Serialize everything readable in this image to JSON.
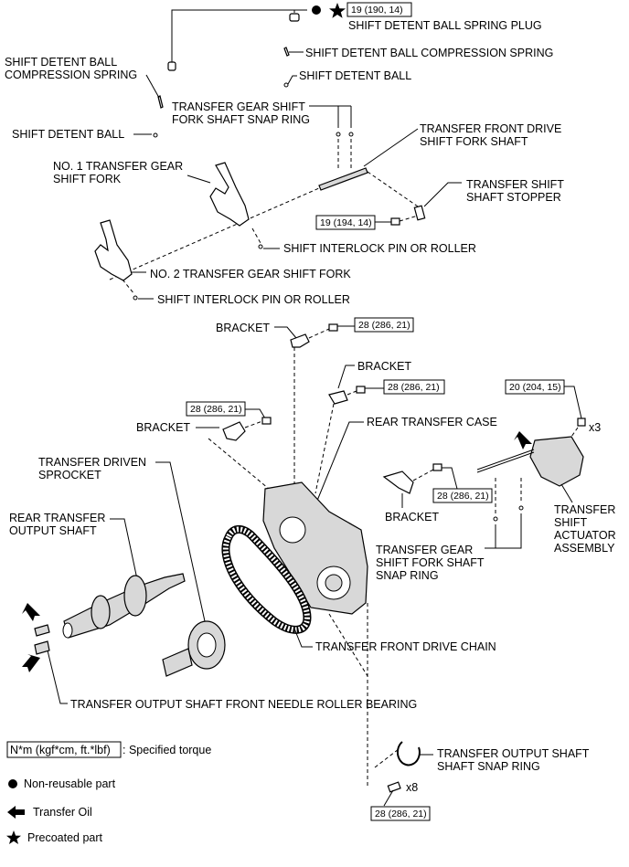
{
  "labels": {
    "spring_plug": "SHIFT DETENT BALL SPRING PLUG",
    "compression_spring_top": "SHIFT DETENT BALL COMPRESSION SPRING",
    "detent_ball_top": "SHIFT DETENT BALL",
    "compression_spring_left_1": "SHIFT DETENT BALL",
    "compression_spring_left_2": "COMPRESSION SPRING",
    "fork_snap_ring_1": "TRANSFER GEAR SHIFT",
    "fork_snap_ring_2": "FORK SHAFT SNAP RING",
    "detent_ball_left": "SHIFT DETENT BALL",
    "front_fork_shaft_1": "TRANSFER FRONT DRIVE",
    "front_fork_shaft_2": "SHIFT FORK SHAFT",
    "no1_fork_1": "NO. 1 TRANSFER GEAR",
    "no1_fork_2": "SHIFT FORK",
    "shaft_stopper_1": "TRANSFER SHIFT",
    "shaft_stopper_2": "SHAFT STOPPER",
    "interlock_pin_1": "SHIFT INTERLOCK PIN OR ROLLER",
    "no2_fork": "NO. 2 TRANSFER GEAR SHIFT FORK",
    "interlock_pin_2": "SHIFT INTERLOCK PIN OR ROLLER",
    "bracket_top": "BRACKET",
    "bracket_mid": "BRACKET",
    "bracket_left": "BRACKET",
    "bracket_right": "BRACKET",
    "rear_case": "REAR TRANSFER CASE",
    "driven_sprocket_1": "TRANSFER DRIVEN",
    "driven_sprocket_2": "SPROCKET",
    "rear_output_shaft_1": "REAR TRANSFER",
    "rear_output_shaft_2": "OUTPUT SHAFT",
    "actuator_1": "TRANSFER",
    "actuator_2": "SHIFT",
    "actuator_3": "ACTUATOR",
    "actuator_4": "ASSEMBLY",
    "snap_ring_lower_1": "TRANSFER GEAR",
    "snap_ring_lower_2": "SHIFT FORK SHAFT",
    "snap_ring_lower_3": "SNAP RING",
    "front_drive_chain": "TRANSFER FRONT DRIVE CHAIN",
    "needle_bearing": "TRANSFER OUTPUT SHAFT FRONT NEEDLE ROLLER BEARING",
    "output_snap_ring_1": "TRANSFER OUTPUT SHAFT",
    "output_snap_ring_2": "SHAFT SNAP RING"
  },
  "torques": {
    "plug": "19 (190, 14)",
    "stopper_bolt": "19 (194, 14)",
    "bracket_top": "28 (286, 21)",
    "bracket_mid": "28 (286, 21)",
    "bracket_left": "28 (286, 21)",
    "actuator": "20 (204, 15)",
    "bracket_right": "28 (286, 21)",
    "case_bolts": "28 (286, 21)"
  },
  "quantities": {
    "actuator_bolts": "x3",
    "case_bolts": "x8"
  },
  "legend": {
    "torque_box": "N*m (kgf*cm, ft.*lbf)",
    "torque_text": ": Specified torque",
    "non_reusable": "Non-reusable part",
    "transfer_oil": "Transfer Oil",
    "precoated": "Precoated part"
  },
  "icons": [
    "filled-circle-icon",
    "star-icon",
    "oil-arrow-icon"
  ]
}
